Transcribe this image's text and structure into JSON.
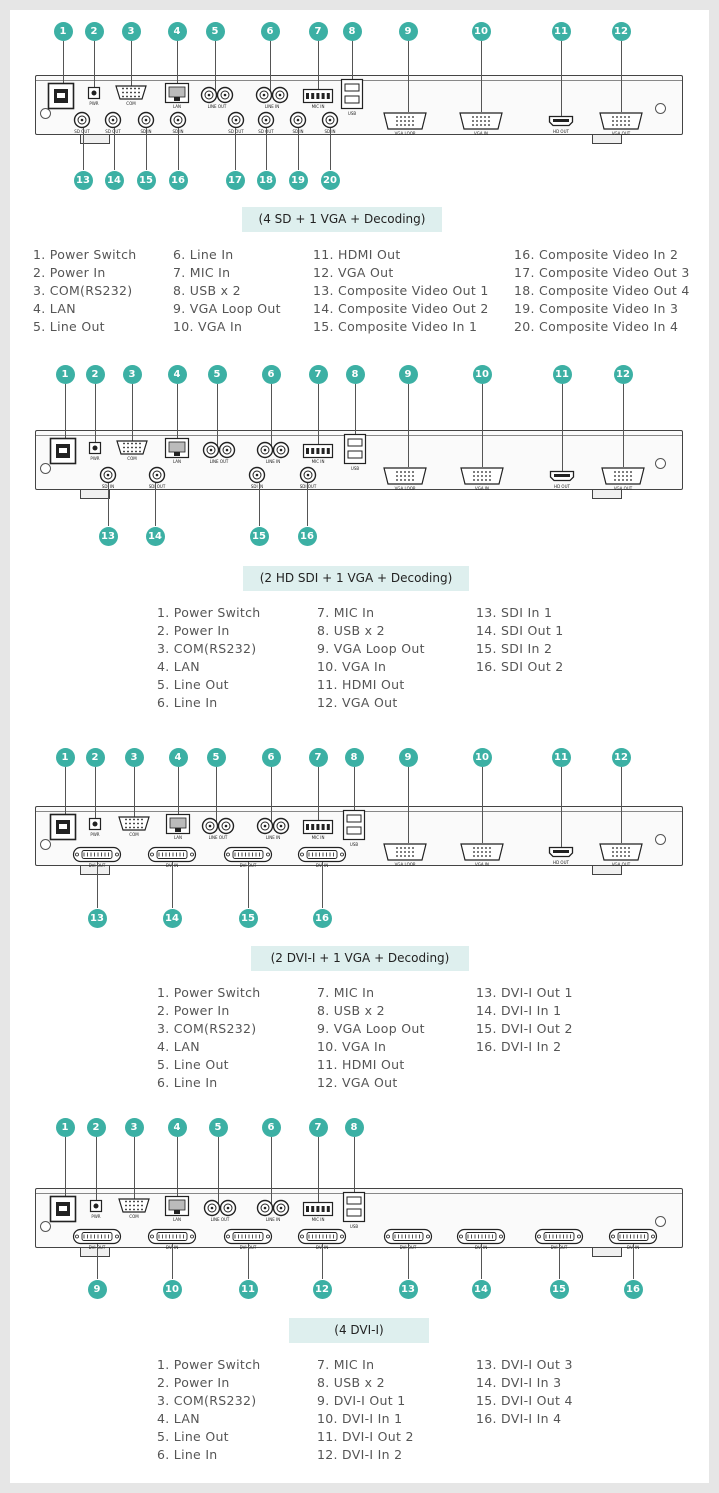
{
  "brand_color": "#3cb0a4",
  "sections": [
    {
      "caption": "(4 SD + 1 VGA + Decoding)",
      "columns": [
        [
          "1. Power Switch",
          "2. Power In",
          "3. COM(RS232)",
          "4. LAN",
          "5. Line Out"
        ],
        [
          "6. Line In",
          "7. MIC In",
          "8. USB x 2",
          "9. VGA Loop Out",
          "10. VGA In"
        ],
        [
          "11. HDMI Out",
          "12. VGA Out",
          "13. Composite Video Out 1",
          "14. Composite Video Out 2",
          "15. Composite Video In 1"
        ],
        [
          "16. Composite Video In 2",
          "17. Composite Video Out 3",
          "18. Composite Video Out 4",
          "19. Composite Video In 3",
          "20. Composite Video In 4"
        ]
      ],
      "panel_labels": {
        "pwr": "PWR",
        "com": "COM",
        "lan": "LAN",
        "line_out": "LINE OUT",
        "line_in": "LINE IN",
        "mic_in": "MIC IN",
        "usb": "USB",
        "vga_loop": "VGA LOOP",
        "vga_in": "VGA IN",
        "hd_out": "HD OUT",
        "vga_out": "VGA OUT",
        "bottom": [
          "SD OUT",
          "SD OUT",
          "SD IN",
          "SD IN",
          "SD OUT",
          "SD OUT",
          "SD IN",
          "SD IN"
        ]
      }
    },
    {
      "caption": "(2 HD SDI + 1 VGA + Decoding)",
      "columns": [
        [
          "1. Power Switch",
          "2. Power In",
          "3. COM(RS232)",
          "4. LAN",
          "5. Line Out",
          "6. Line In"
        ],
        [
          "7. MIC In",
          "8. USB x 2",
          "9. VGA Loop Out",
          "10. VGA In",
          "11. HDMI Out",
          "12. VGA Out"
        ],
        [
          "13. SDI In 1",
          "14. SDI Out 1",
          "15. SDI In 2",
          "16. SDI Out 2"
        ]
      ],
      "panel_labels": {
        "pwr": "PWR",
        "com": "COM",
        "lan": "LAN",
        "line_out": "LINE OUT",
        "line_in": "LINE IN",
        "mic_in": "MIC IN",
        "usb": "USB",
        "vga_loop": "VGA LOOP",
        "vga_in": "VGA IN",
        "hd_out": "HD OUT",
        "vga_out": "VGA OUT",
        "bottom": [
          "SDI IN",
          "SDI OUT",
          "SDI IN",
          "SDI OUT"
        ]
      }
    },
    {
      "caption": "(2 DVI-I + 1 VGA + Decoding)",
      "columns": [
        [
          "1. Power Switch",
          "2. Power In",
          "3. COM(RS232)",
          "4. LAN",
          "5. Line Out",
          "6. Line In"
        ],
        [
          "7. MIC In",
          "8. USB x 2",
          "9. VGA Loop Out",
          "10. VGA In",
          "11. HDMI Out",
          "12. VGA Out"
        ],
        [
          "13. DVI-I Out 1",
          "14. DVI-I In 1",
          "15. DVI-I Out 2",
          "16. DVI-I In 2"
        ]
      ],
      "panel_labels": {
        "pwr": "PWR",
        "com": "COM",
        "lan": "LAN",
        "line_out": "LINE OUT",
        "line_in": "LINE IN",
        "mic_in": "MIC IN",
        "usb": "USB",
        "vga_loop": "VGA LOOP",
        "vga_in": "VGA IN",
        "hd_out": "HD OUT",
        "vga_out": "VGA OUT",
        "bottom": [
          "DVI OUT",
          "DVI IN",
          "DVI OUT",
          "DVI IN"
        ]
      }
    },
    {
      "caption": "(4 DVI-I)",
      "columns": [
        [
          "1. Power Switch",
          "2. Power In",
          "3. COM(RS232)",
          "4. LAN",
          "5. Line Out",
          "6. Line In"
        ],
        [
          "7. MIC In",
          "8. USB x 2",
          "9. DVI-I Out 1",
          "10. DVI-I In 1",
          "11. DVI-I Out 2",
          "12. DVI-I In 2"
        ],
        [
          "13. DVI-I Out 3",
          "14. DVI-I In 3",
          "15. DVI-I Out 4",
          "16. DVI-I In 4"
        ]
      ],
      "panel_labels": {
        "pwr": "PWR",
        "com": "COM",
        "lan": "LAN",
        "line_out": "LINE OUT",
        "line_in": "LINE IN",
        "mic_in": "MIC IN",
        "usb": "USB",
        "bottom": [
          "DVI OUT",
          "DVI IN",
          "DVI OUT",
          "DVI IN",
          "DVI OUT",
          "DVI IN",
          "DVI OUT",
          "DVI IN"
        ]
      }
    }
  ]
}
